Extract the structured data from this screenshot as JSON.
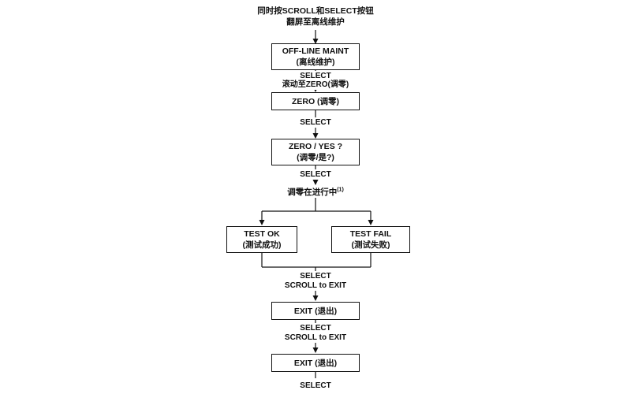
{
  "page": {
    "background": "#ffffff",
    "line_color": "#111111"
  },
  "flow": {
    "intro_line1": "同时按SCROLL和SELECT按钮",
    "intro_line2": "翻屏至离线维护",
    "offline_maint_en": "OFF-LINE MAINT",
    "offline_maint_zh": "(离线维护)",
    "select_1": "SELECT",
    "scroll_to_zero": "滚动至ZERO(调零)",
    "zero_label": "ZERO (调零)",
    "select_2": "SELECT",
    "zero_yes_en": "ZERO / YES ?",
    "zero_yes_zh": "(调零/是?)",
    "select_3": "SELECT",
    "in_progress": "调零在进行中",
    "in_progress_sup": "(1)",
    "test_ok_en": "TEST OK",
    "test_ok_zh": "(测试成功)",
    "test_fail_en": "TEST FAIL",
    "test_fail_zh": "(测试失败)",
    "select_4": "SELECT",
    "scroll_to_exit_1": "SCROLL to EXIT",
    "exit_label_1": "EXIT (退出)",
    "select_5": "SELECT",
    "scroll_to_exit_2": "SCROLL to EXIT",
    "exit_label_2": "EXIT (退出)",
    "select_6": "SELECT"
  }
}
